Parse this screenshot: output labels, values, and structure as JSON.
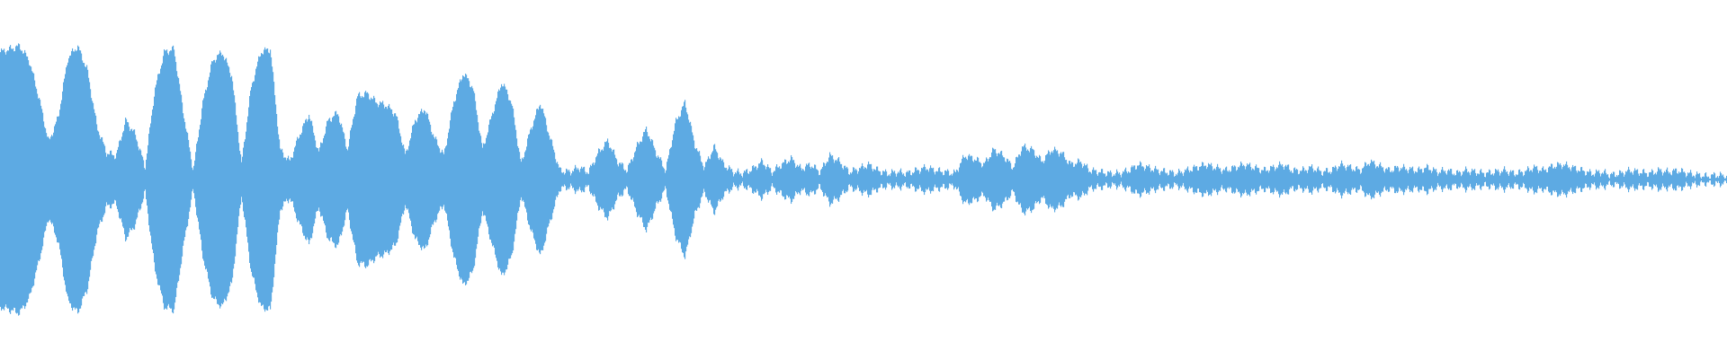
{
  "waveform": {
    "color": "#5DAAE3",
    "peaks": [
      0.86,
      0.88,
      0.9,
      0.8,
      0.55,
      0.25,
      0.42,
      0.82,
      0.9,
      0.74,
      0.36,
      0.18,
      0.16,
      0.4,
      0.3,
      0.08,
      0.6,
      0.86,
      0.88,
      0.44,
      0.06,
      0.52,
      0.8,
      0.86,
      0.7,
      0.1,
      0.62,
      0.86,
      0.88,
      0.2,
      0.12,
      0.3,
      0.44,
      0.18,
      0.4,
      0.45,
      0.2,
      0.56,
      0.58,
      0.52,
      0.5,
      0.44,
      0.16,
      0.4,
      0.48,
      0.28,
      0.16,
      0.52,
      0.72,
      0.62,
      0.2,
      0.44,
      0.66,
      0.52,
      0.1,
      0.34,
      0.52,
      0.28,
      0.06,
      0.05,
      0.08,
      0.05,
      0.18,
      0.26,
      0.12,
      0.06,
      0.22,
      0.34,
      0.18,
      0.06,
      0.38,
      0.52,
      0.24,
      0.08,
      0.22,
      0.1,
      0.05,
      0.04,
      0.07,
      0.12,
      0.05,
      0.1,
      0.14,
      0.07,
      0.1,
      0.05,
      0.16,
      0.12,
      0.05,
      0.07,
      0.1,
      0.06,
      0.04,
      0.05,
      0.04,
      0.06,
      0.08,
      0.06,
      0.05,
      0.04,
      0.16,
      0.14,
      0.1,
      0.2,
      0.16,
      0.08,
      0.22,
      0.2,
      0.12,
      0.2,
      0.18,
      0.1,
      0.12,
      0.06,
      0.05,
      0.04,
      0.04,
      0.06,
      0.1,
      0.08,
      0.06,
      0.05,
      0.04,
      0.06,
      0.08,
      0.1,
      0.08,
      0.06,
      0.08,
      0.1,
      0.08,
      0.06,
      0.08,
      0.1,
      0.06,
      0.06,
      0.08,
      0.05,
      0.06,
      0.1,
      0.08,
      0.06,
      0.12,
      0.09,
      0.06,
      0.08,
      0.07,
      0.06,
      0.08,
      0.05,
      0.06,
      0.04,
      0.06,
      0.05,
      0.04,
      0.05,
      0.06,
      0.04,
      0.05,
      0.08,
      0.06,
      0.09,
      0.1,
      0.08,
      0.06,
      0.04,
      0.05,
      0.03,
      0.04,
      0.06,
      0.05,
      0.04,
      0.06,
      0.05,
      0.06,
      0.04,
      0.03,
      0.02,
      0.03,
      0.02
    ]
  }
}
